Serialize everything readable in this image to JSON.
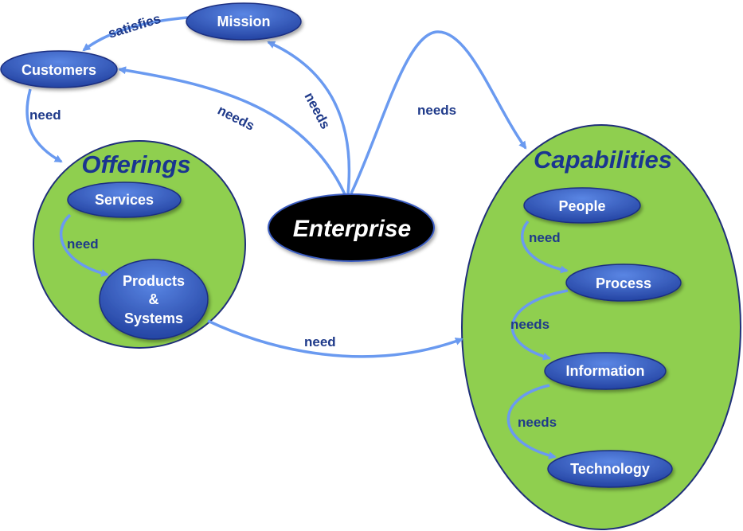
{
  "colors": {
    "group_fill": "#8fcf4f",
    "node_fill": "#2a4fb8",
    "node_fill_light": "#4d79de",
    "enterprise_fill": "#000000",
    "edge": "#6a9af0",
    "label_text": "#1f3a8a"
  },
  "nodes": {
    "mission": "Mission",
    "customers": "Customers",
    "enterprise": "Enterprise",
    "services": "Services",
    "products_line1": "Products",
    "products_line2": "&",
    "products_line3": "Systems",
    "people": "People",
    "process": "Process",
    "information": "Information",
    "technology": "Technology"
  },
  "groups": {
    "offerings": "Offerings",
    "capabilities": "Capabilities"
  },
  "edges": {
    "mission_customers": "satisfies",
    "enterprise_customers": "needs",
    "enterprise_mission": "needs",
    "enterprise_capabilities": "needs",
    "customers_offerings": "need",
    "services_products": "need",
    "products_capabilities": "need",
    "people_process": "need",
    "process_information": "needs",
    "information_technology": "needs"
  }
}
